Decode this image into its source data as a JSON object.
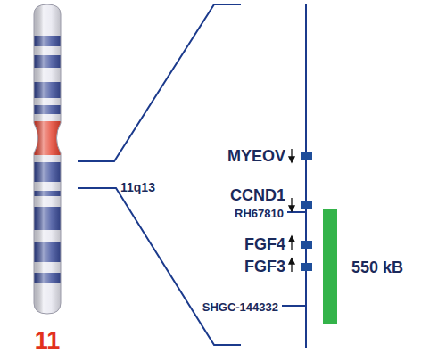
{
  "diagram": {
    "labels": [
      "11",
      "11q13",
      "MYEOV",
      "CCND1",
      "RH67810",
      "FGF4",
      "FGF3",
      "SHGC-144332",
      "550 kB"
    ]
  }
}
